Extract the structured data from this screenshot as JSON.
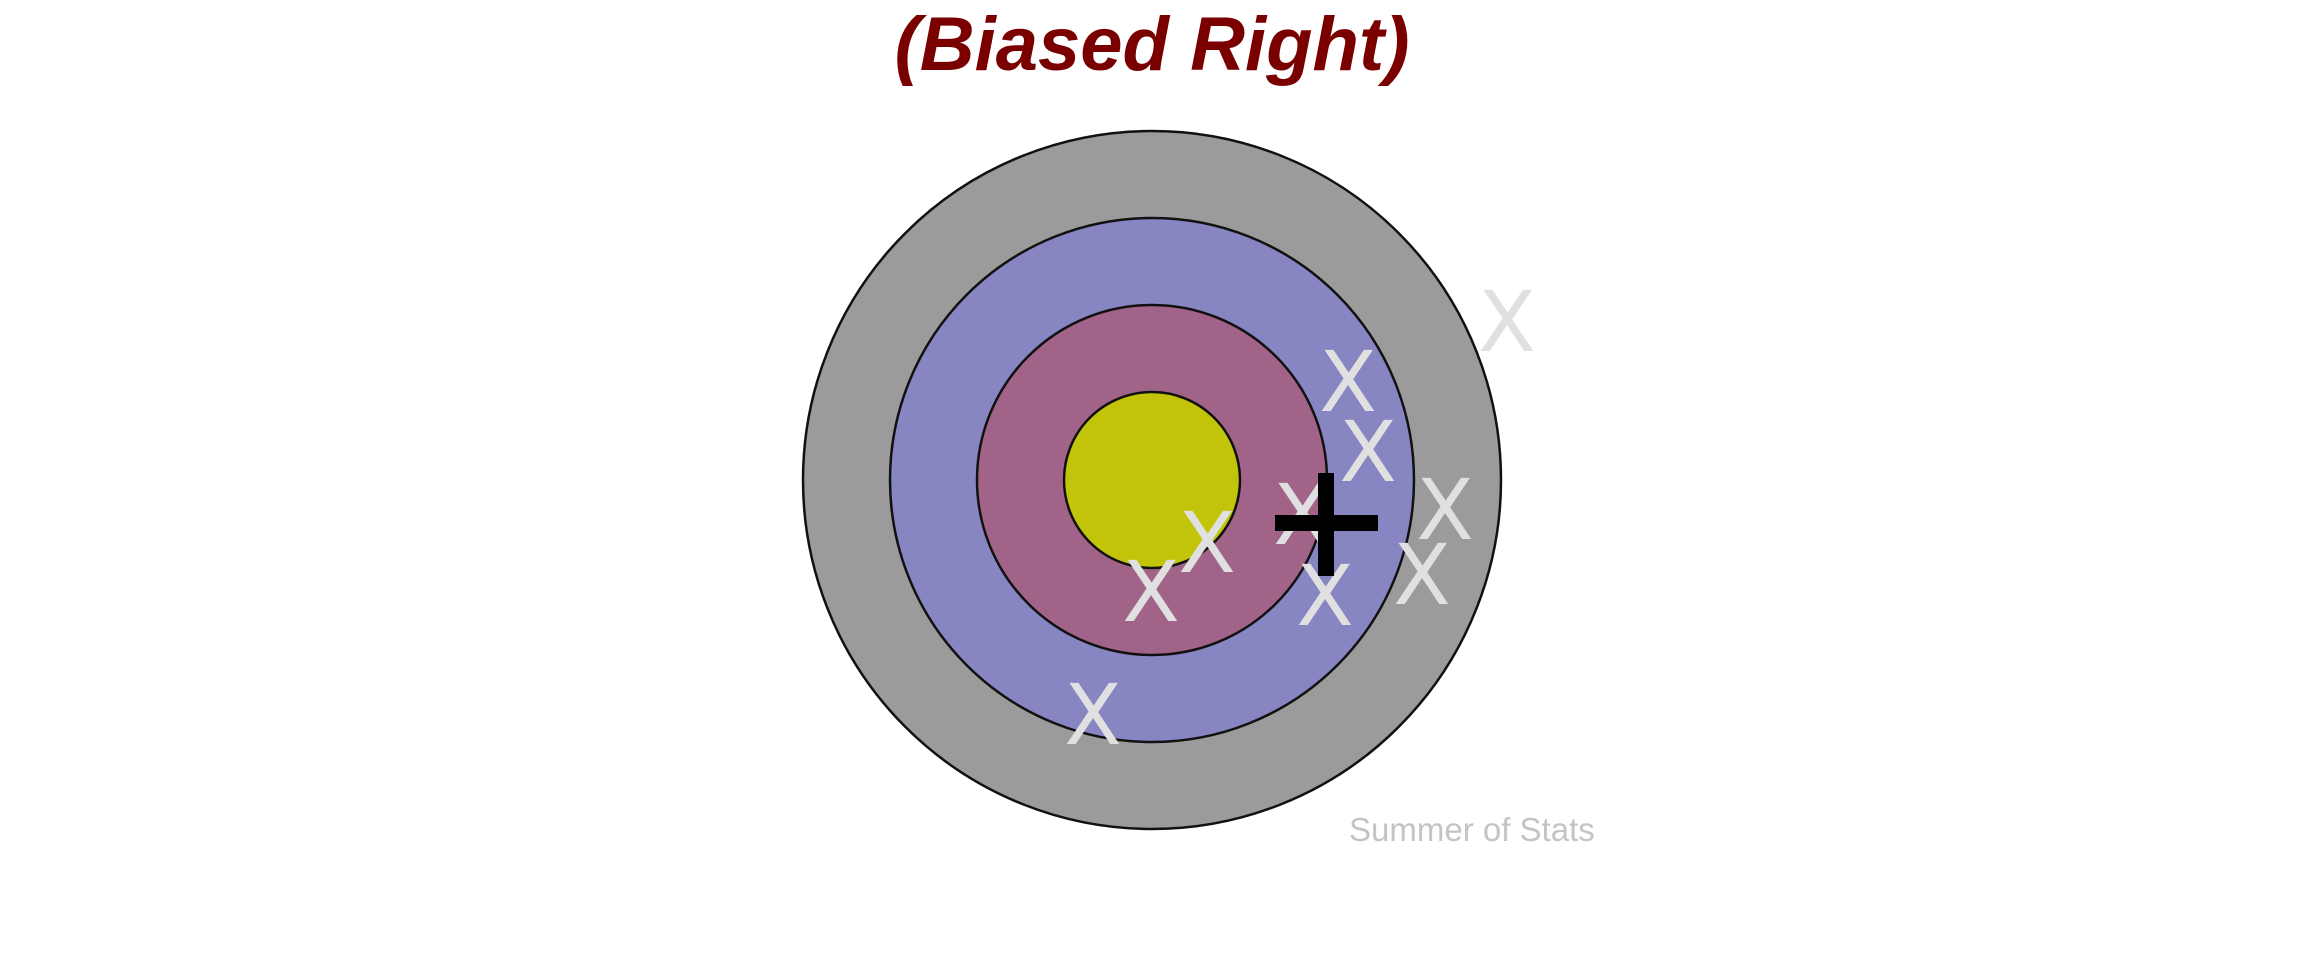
{
  "title": "(Biased Right)",
  "watermark": "Summer of Stats",
  "colors": {
    "title": "#7a0000",
    "outer_ring": "#9b9b9b",
    "ring_2": "#8886c2",
    "ring_3": "#a26388",
    "bullseye": "#c2c40a",
    "ring_stroke": "#111111",
    "shot_marks": "#e0e0e0",
    "mean_marker": "#000000",
    "watermark": "#c4c4c4"
  },
  "shots": [
    {
      "label": "X"
    },
    {
      "label": "X"
    },
    {
      "label": "X"
    },
    {
      "label": "X"
    },
    {
      "label": "X"
    },
    {
      "label": "X"
    },
    {
      "label": "X"
    },
    {
      "label": "X"
    },
    {
      "label": "X"
    },
    {
      "label": "X"
    }
  ],
  "mean_marker_icon": "plus-icon"
}
